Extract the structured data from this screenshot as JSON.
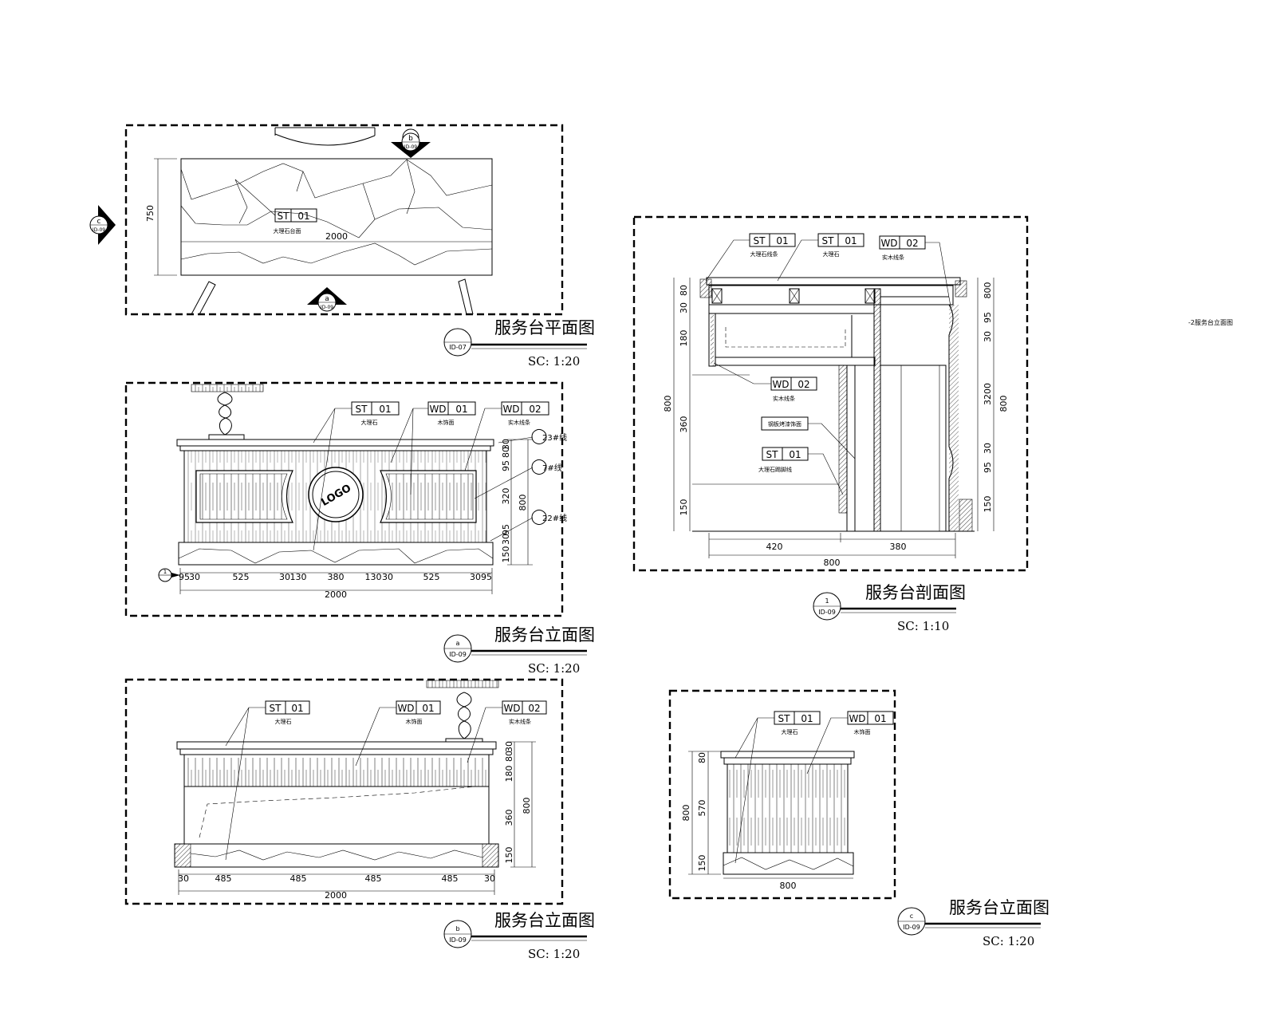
{
  "views": {
    "plan": {
      "title": "服务台平面图",
      "ref_top": "b",
      "ref_top_sheet": "ID-09",
      "ref_left": "c",
      "ref_left_sheet": "ID-09",
      "ref_bottom": "a",
      "ref_bottom_sheet": "ID-09",
      "symbol_sheet": "ID-07",
      "scale": "SC: 1:20",
      "dim_width": "2000",
      "dim_depth": "750",
      "tag_code": "ST",
      "tag_num": "01",
      "tag_note": "大理石台面"
    },
    "elev_a": {
      "title": "服务台立面图",
      "symbol_letter": "a",
      "symbol_sheet": "ID-09",
      "scale": "SC: 1:20",
      "section_ref": "1",
      "medallion_text": "LOGO",
      "tags": [
        {
          "code": "ST",
          "num": "01",
          "note": "大理石"
        },
        {
          "code": "WD",
          "num": "01",
          "note": "木饰面"
        },
        {
          "code": "WD",
          "num": "02",
          "note": "实木线条"
        }
      ],
      "callouts": [
        "23#线",
        "7#线",
        "22#线"
      ],
      "dims_bottom": [
        "95",
        "30",
        "525",
        "30",
        "130",
        "380",
        "130",
        "30",
        "525",
        "30",
        "95"
      ],
      "dim_total": "2000",
      "dims_right": [
        "30",
        "80",
        "95",
        "320",
        "95",
        "30",
        "150"
      ],
      "dim_height": "800"
    },
    "section": {
      "title": "服务台剖面图",
      "symbol_letter": "1",
      "symbol_sheet": "ID-09",
      "scale": "SC: 1:10",
      "tags": [
        {
          "code": "ST",
          "num": "01",
          "note": "大理石线条"
        },
        {
          "code": "ST",
          "num": "01",
          "note": "大理石"
        },
        {
          "code": "WD",
          "num": "02",
          "note": "实木线条"
        },
        {
          "code": "WD",
          "num": "02",
          "note": "实木线条"
        },
        {
          "code": "ST",
          "num": "01",
          "note": "大理石踢脚线"
        }
      ],
      "label_box": "钢板烤漆饰面",
      "dims_left": [
        "80",
        "30",
        "180",
        "360",
        "150"
      ],
      "dim_left_total": "800",
      "dims_right": [
        "800",
        "95",
        "30",
        "3200",
        "30",
        "95",
        "150"
      ],
      "dim_right_total": "800",
      "dims_bottom": [
        "420",
        "380"
      ],
      "dim_bottom_total": "800",
      "side_note": "-2服务台立面图"
    },
    "elev_b": {
      "title": "服务台立面图",
      "symbol_letter": "b",
      "symbol_sheet": "ID-09",
      "scale": "SC: 1:20",
      "tags": [
        {
          "code": "ST",
          "num": "01",
          "note": "大理石"
        },
        {
          "code": "WD",
          "num": "01",
          "note": "木饰面"
        },
        {
          "code": "WD",
          "num": "02",
          "note": "实木线条"
        }
      ],
      "dims_bottom": [
        "30",
        "485",
        "485",
        "485",
        "485",
        "30"
      ],
      "dim_total": "2000",
      "dims_right": [
        "30",
        "80",
        "180",
        "360",
        "150"
      ],
      "dim_height": "800"
    },
    "elev_c": {
      "title": "服务台立面图",
      "symbol_letter": "c",
      "symbol_sheet": "ID-09",
      "scale": "SC: 1:20",
      "tags": [
        {
          "code": "ST",
          "num": "01",
          "note": "大理石"
        },
        {
          "code": "WD",
          "num": "01",
          "note": "木饰面"
        }
      ],
      "dims_left": [
        "80",
        "570",
        "150"
      ],
      "dim_left_total": "800",
      "dim_width": "800"
    }
  }
}
